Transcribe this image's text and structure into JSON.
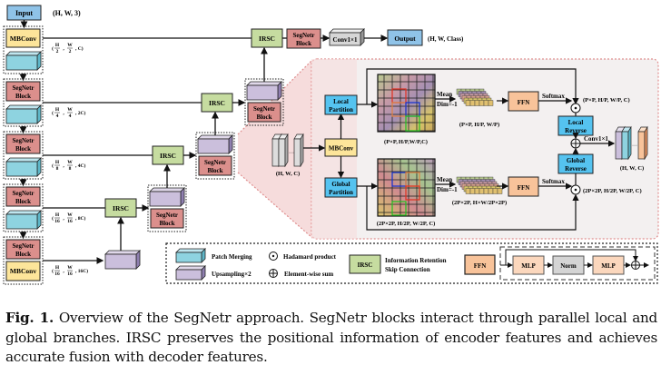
{
  "colors": {
    "input_blue": "#8fc3e8",
    "mbconv_yellow": "#fde59a",
    "segnetr_red": "#db8f8c",
    "patch_cyan": "#8ed3e0",
    "upsample_purple": "#cbbfdc",
    "irsc_green": "#c6dca0",
    "partition_blue": "#55c3f0",
    "ffn_orange": "#f8c39a",
    "mlp_peach": "#fbd7bd",
    "norm_gray": "#d4d4d4",
    "zoom_region_pink": "#f6dcdc",
    "zoom_region_bg": "#f2f2f2"
  },
  "encoder": {
    "input_label": "Input",
    "input_shape": "(H, W, 3)",
    "mbconv_label": "MBConv",
    "segnetr_label_line1": "SegNetr",
    "segnetr_label_line2": "Block",
    "skip_shapes": [
      {
        "num1": "H",
        "den1": "2",
        "num2": "W",
        "den2": "2",
        "ch": "C"
      },
      {
        "num1": "H",
        "den1": "4",
        "num2": "W",
        "den2": "4",
        "ch": "2C"
      },
      {
        "num1": "H",
        "den1": "8",
        "num2": "W",
        "den2": "8",
        "ch": "4C"
      },
      {
        "num1": "H",
        "den1": "16",
        "num2": "W",
        "den2": "16",
        "ch": "8C"
      },
      {
        "num1": "H",
        "den1": "16",
        "num2": "W",
        "den2": "16",
        "ch": "16C"
      }
    ]
  },
  "decoder": {
    "irsc_label": "IRSC",
    "conv_label": "Conv1×1",
    "output_label": "Output",
    "output_shape": "(H, W, Class)"
  },
  "detail": {
    "input_shape": "(H, W, C)",
    "mbconv_label": "MBConv",
    "local_partition": [
      "Local",
      "Partition"
    ],
    "global_partition": [
      "Global",
      "Partition"
    ],
    "local_grid_shape": "(P×P, H/P, W/P, C)",
    "global_grid_shape": "(2P×2P, H/2P, W/2P, C)",
    "mean_label": "Mean",
    "dim_label": "Dim=-1",
    "local_mean_shape": "(P×P, H/P, W/P)",
    "global_mean_shape": "(2P×2P, H×W/2P×2P)",
    "ffn_label": "FFN",
    "softmax_label": "Softmax",
    "local_out_shape": "(P×P, H/P, W/P, C)",
    "global_out_shape": "(2P×2P, H/2P, W/2P, C)",
    "local_reverse": [
      "Local",
      "Reverse"
    ],
    "global_reverse": [
      "Global",
      "Reverse"
    ],
    "conv_label": "Conv1×1",
    "out_shape": "(H, W, C)"
  },
  "legend": {
    "patch_merging": "Patch Merging",
    "upsampling": "Upsampling×2",
    "hadamard": "Hadamard product",
    "elementwise": "Element-wise sum",
    "irsc_box": "IRSC",
    "irsc_desc_line1": "Information Retention",
    "irsc_desc_line2": "Skip Connection",
    "ffn": "FFN",
    "mlp": "MLP",
    "norm": "Norm"
  },
  "caption": {
    "fig_label": "Fig. 1.",
    "text": "Overview of the SegNetr approach. SegNetr blocks interact through parallel local and global branches. IRSC preserves the positional information of encoder features and achieves accurate fusion with decoder features."
  }
}
